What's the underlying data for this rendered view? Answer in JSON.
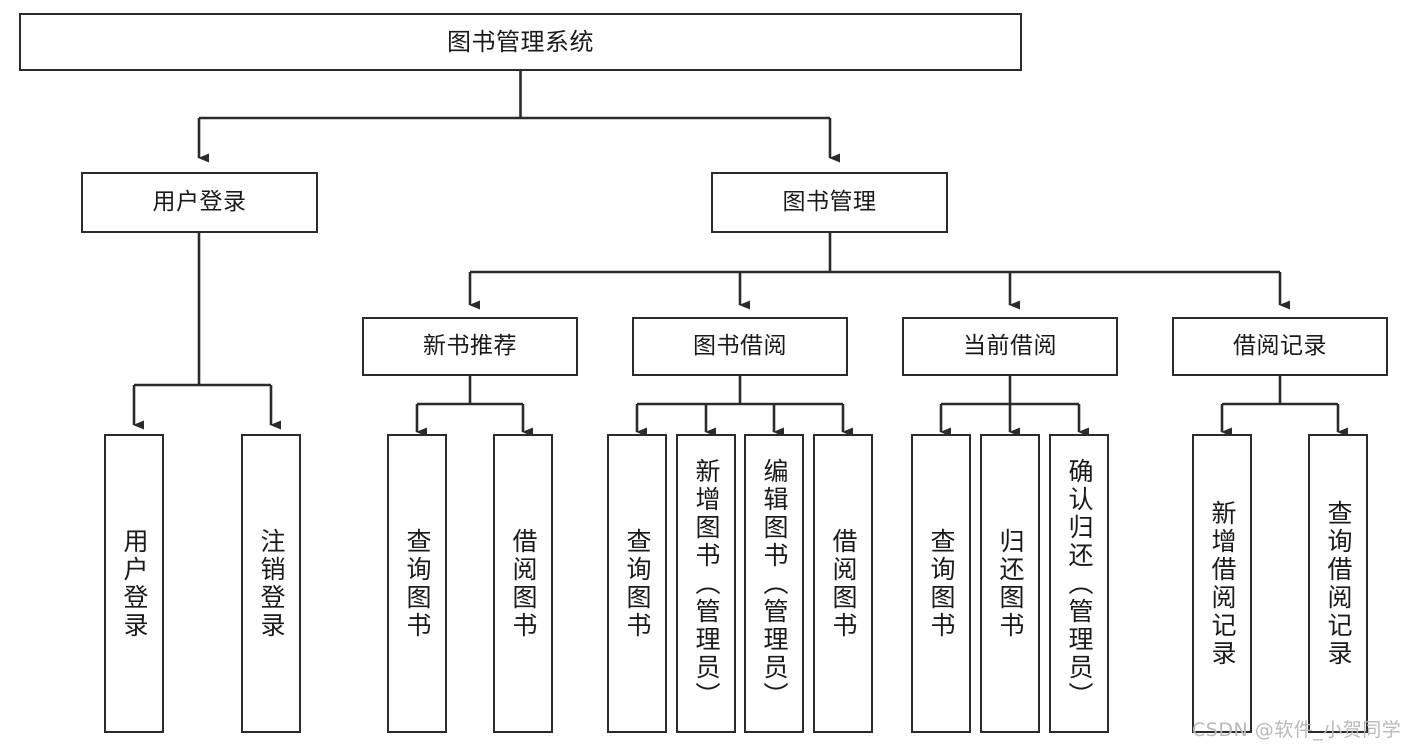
{
  "diagram": {
    "type": "tree-hierarchy",
    "title": "图书管理系统",
    "watermark": "CSDN @软件_小贺同学",
    "colors": {
      "box_border": "#2b2b2b",
      "box_fill": "#ffffff",
      "connector": "#2b2b2b",
      "text": "#1a1a1a",
      "watermark": "#b9b9b9",
      "background": "#ffffff"
    },
    "nodes": {
      "root": {
        "label": "图书管理系统"
      },
      "level2": [
        {
          "label": "用户登录"
        },
        {
          "label": "图书管理"
        }
      ],
      "level3": [
        {
          "label": "新书推荐"
        },
        {
          "label": "图书借阅"
        },
        {
          "label": "当前借阅"
        },
        {
          "label": "借阅记录"
        }
      ],
      "leaves": {
        "user_login": [
          {
            "label": "用户登录"
          },
          {
            "label": "注销登录"
          }
        ],
        "new_book_recommend": [
          {
            "label": "查询图书"
          },
          {
            "label": "借阅图书"
          }
        ],
        "book_borrow": [
          {
            "label": "查询图书"
          },
          {
            "label": "新增图书（管理员）"
          },
          {
            "label": "编辑图书（管理员）"
          },
          {
            "label": "借阅图书"
          }
        ],
        "current_borrow": [
          {
            "label": "查询图书"
          },
          {
            "label": "归还图书"
          },
          {
            "label": "确认归还（管理员）"
          }
        ],
        "borrow_record": [
          {
            "label": "新增借阅记录"
          },
          {
            "label": "查询借阅记录"
          }
        ]
      }
    }
  }
}
